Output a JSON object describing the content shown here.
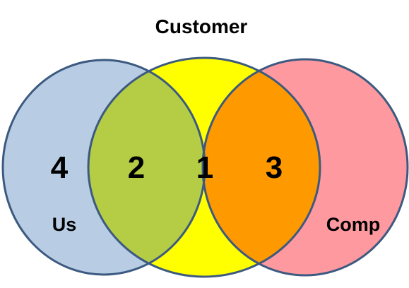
{
  "diagram": {
    "title": "Customer",
    "sets": {
      "us": {
        "label": "Us",
        "fill": "#b8cce4"
      },
      "customer": {
        "label": "Customer",
        "fill": "#ffff00"
      },
      "comp": {
        "label": "Comp",
        "fill": "#ff99a0"
      }
    },
    "overlaps": {
      "us_customer_fill": "#b5cc45",
      "customer_comp_fill": "#ff9900",
      "all_three_fill": "#b38a4f"
    },
    "regions": {
      "us_only": "4",
      "us_customer": "2",
      "all_three": "1",
      "customer_comp": "3"
    },
    "outline_color": "#3c5a80"
  }
}
